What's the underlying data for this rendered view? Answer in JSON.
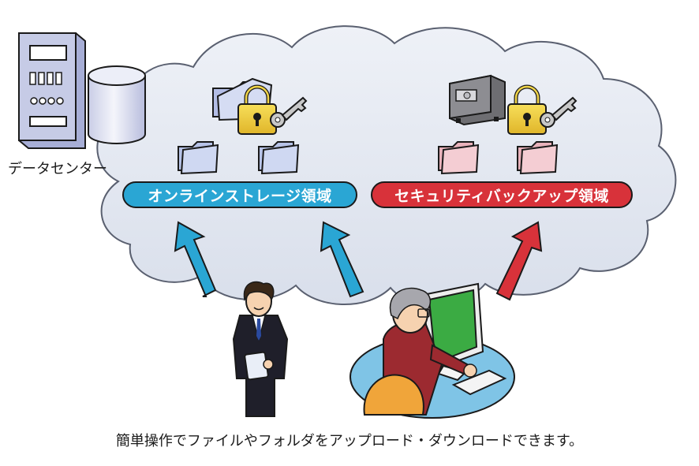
{
  "datacenter": {
    "label": "データセンター"
  },
  "zones": {
    "online": {
      "label": "オンラインストレージ領域",
      "color": "#2aa6d4"
    },
    "security": {
      "label": "セキュリティバックアップ領域",
      "color": "#d8323a"
    }
  },
  "icons": [
    "server-icon",
    "database-icon",
    "folder-icon",
    "padlock-icon",
    "key-icon",
    "safe-icon",
    "arrow-icon",
    "person-icon",
    "computer-icon"
  ],
  "caption": "簡単操作でファイルやフォルダをアップロード・ダウンロードできます。"
}
